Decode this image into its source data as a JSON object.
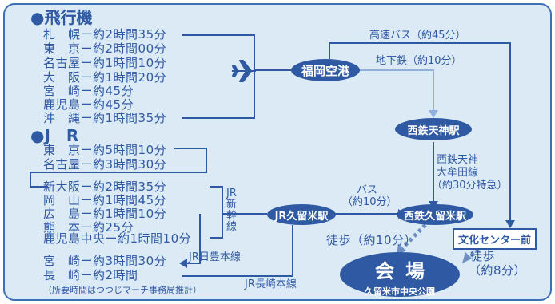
{
  "colors": {
    "primary": "#2f5aa3",
    "background": "#dceaf6",
    "walk": "#6d8fc2"
  },
  "air": {
    "title": "●飛行機",
    "cities": [
      "札　幌ー約2時間35分",
      "東　京ー約2時間00分",
      "名古屋ー約1時間10分",
      "大　阪ー約1時間20分",
      "宮　崎ー約45分",
      "鹿児島ー約45分",
      "沖　縄ー約1時間35分"
    ],
    "plane_icon": "airplane-icon"
  },
  "jr": {
    "title": "●J　R",
    "cities": [
      "東　京ー約5時間10分",
      "名古屋ー約3時間30分",
      "新大阪ー約2時間35分",
      "岡　山ー約1時間45分",
      "広　島ー約1時間10分",
      "熊　本ー約25分",
      "鹿児島中央ー約1時間10分",
      "宮　崎ー約3時間30分",
      "長　崎ー約2時間"
    ],
    "shinkansen_label": "JR新幹線",
    "hohi_line": "JR日豊本線",
    "nagasaki_line": "JR長崎本線",
    "note": "（所要時間はつつじマーチ事務局推計）"
  },
  "nodes": {
    "fukuoka_airport": "福岡空港",
    "nishitetsu_tenjin": "西鉄天神駅",
    "jr_kurume": "JR久留米駅",
    "nishitetsu_kurume": "西鉄久留米駅",
    "culture_center": "文化センター前"
  },
  "routes": {
    "highway_bus": "高速バス（約45分）",
    "subway": "地下鉄（約10分）",
    "tenjin_line": [
      "西鉄天神",
      "大牟田線",
      "（約30分特急）"
    ],
    "bus": [
      "バス",
      "（約10分）"
    ],
    "walk_10": "徒歩（約10分）",
    "walk_8": [
      "徒歩",
      "（約8分）"
    ]
  },
  "venue": {
    "title": "会場",
    "subtitle": "久留米市中央公園"
  }
}
